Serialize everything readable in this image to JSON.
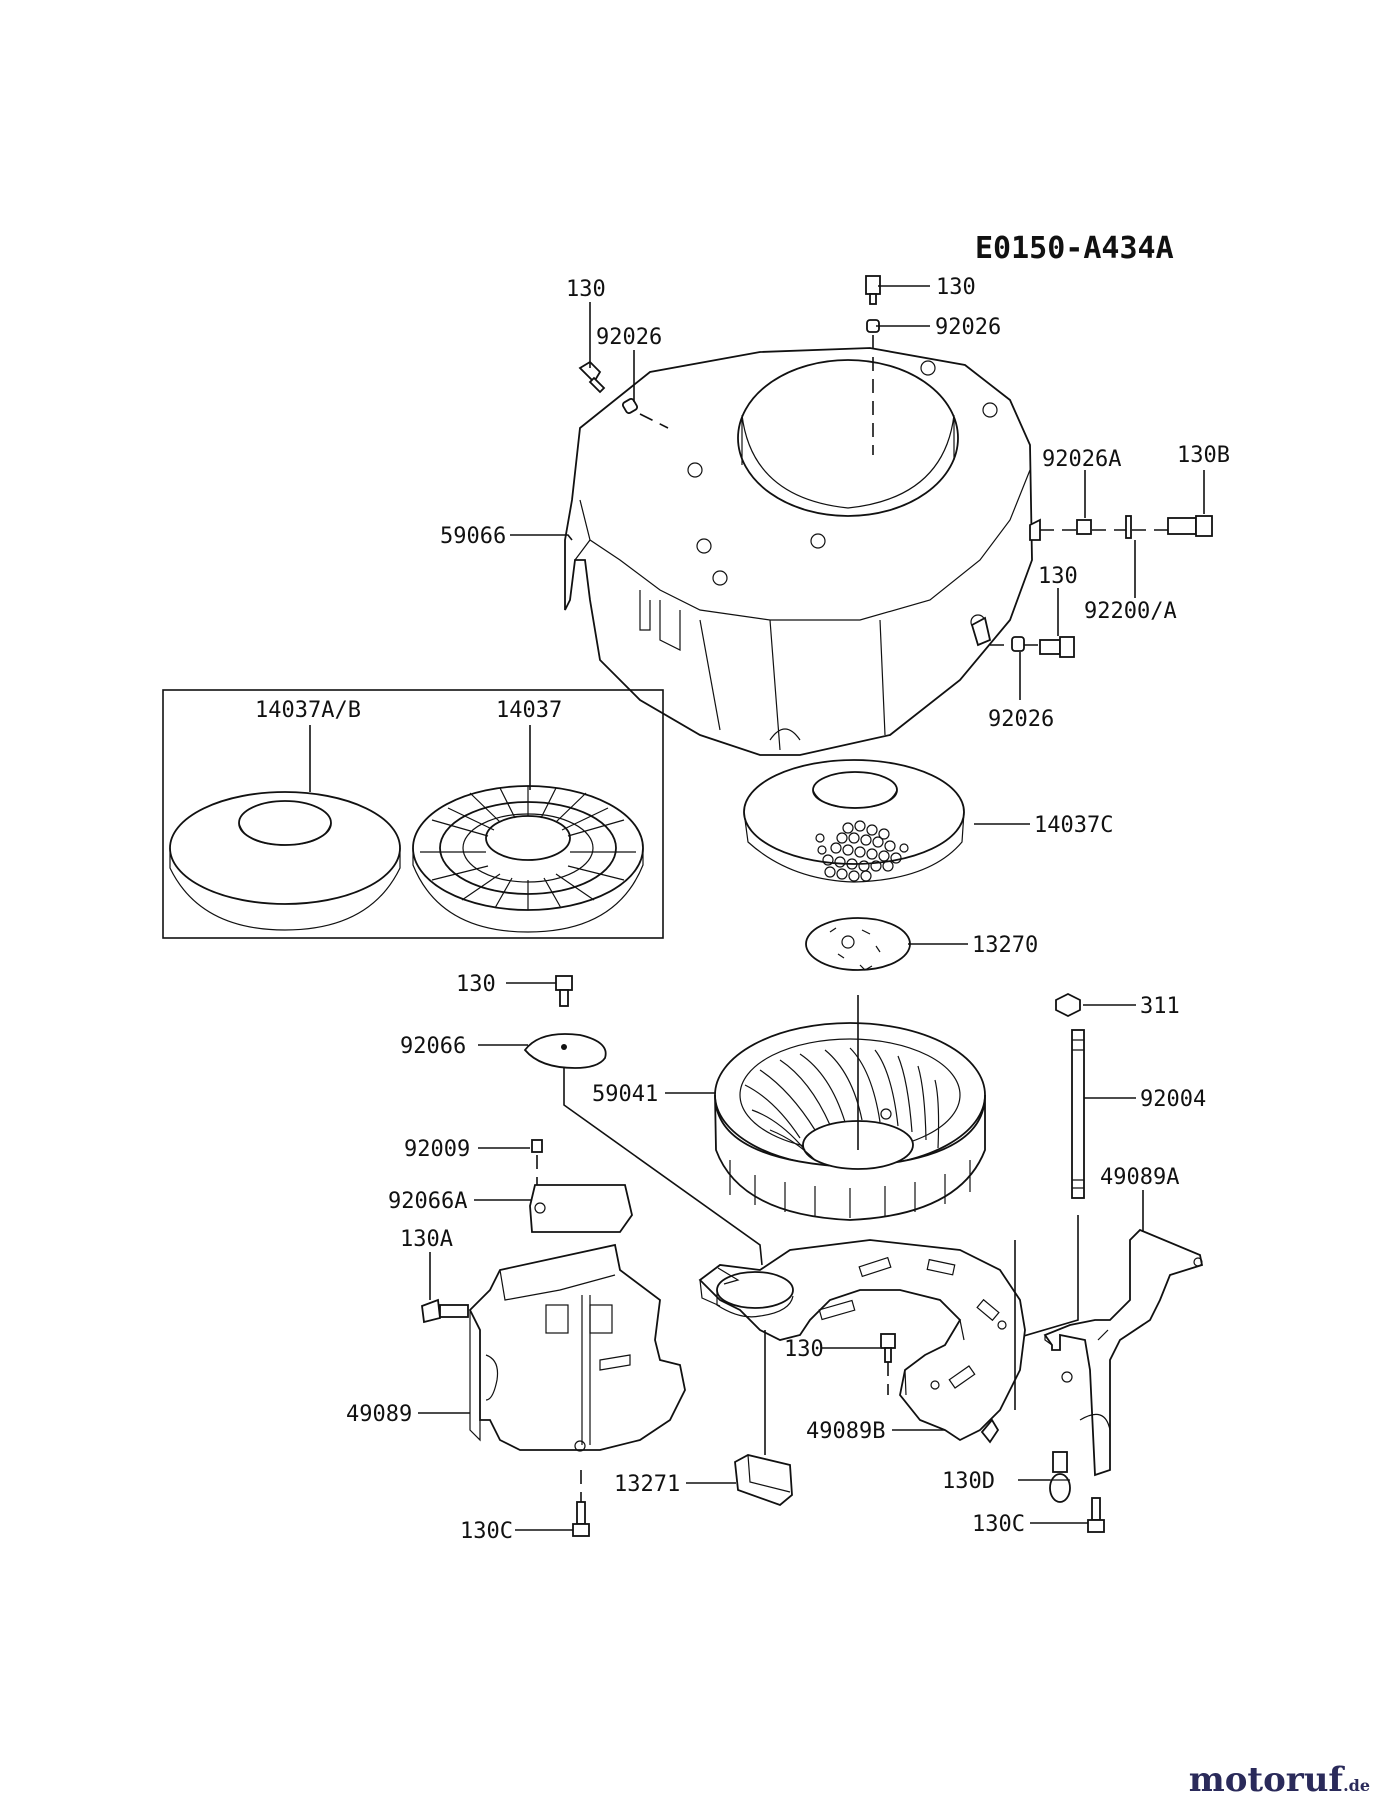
{
  "diagram_code": "E0150-A434A",
  "watermark": {
    "text": "motoruf",
    "suffix": ".de"
  },
  "labels": [
    {
      "id": "130_top",
      "text": "130"
    },
    {
      "id": "92026_top",
      "text": "92026"
    },
    {
      "id": "130_left",
      "text": "130"
    },
    {
      "id": "92026_left",
      "text": "92026"
    },
    {
      "id": "92026A",
      "text": "92026A"
    },
    {
      "id": "130B",
      "text": "130B"
    },
    {
      "id": "59066",
      "text": "59066"
    },
    {
      "id": "130_right",
      "text": "130"
    },
    {
      "id": "92200A",
      "text": "92200/A"
    },
    {
      "id": "92026_right",
      "text": "92026"
    },
    {
      "id": "14037AB",
      "text": "14037A/B"
    },
    {
      "id": "14037",
      "text": "14037"
    },
    {
      "id": "14037C",
      "text": "14037C"
    },
    {
      "id": "13270",
      "text": "13270"
    },
    {
      "id": "130_mid",
      "text": "130"
    },
    {
      "id": "92066",
      "text": "92066"
    },
    {
      "id": "311",
      "text": "311"
    },
    {
      "id": "59041",
      "text": "59041"
    },
    {
      "id": "92004",
      "text": "92004"
    },
    {
      "id": "92009",
      "text": "92009"
    },
    {
      "id": "49089A",
      "text": "49089A"
    },
    {
      "id": "92066A",
      "text": "92066A"
    },
    {
      "id": "130A",
      "text": "130A"
    },
    {
      "id": "130_low",
      "text": "130"
    },
    {
      "id": "49089",
      "text": "49089"
    },
    {
      "id": "49089B",
      "text": "49089B"
    },
    {
      "id": "13271",
      "text": "13271"
    },
    {
      "id": "130D",
      "text": "130D"
    },
    {
      "id": "130C_left",
      "text": "130C"
    },
    {
      "id": "130C_right",
      "text": "130C"
    }
  ]
}
